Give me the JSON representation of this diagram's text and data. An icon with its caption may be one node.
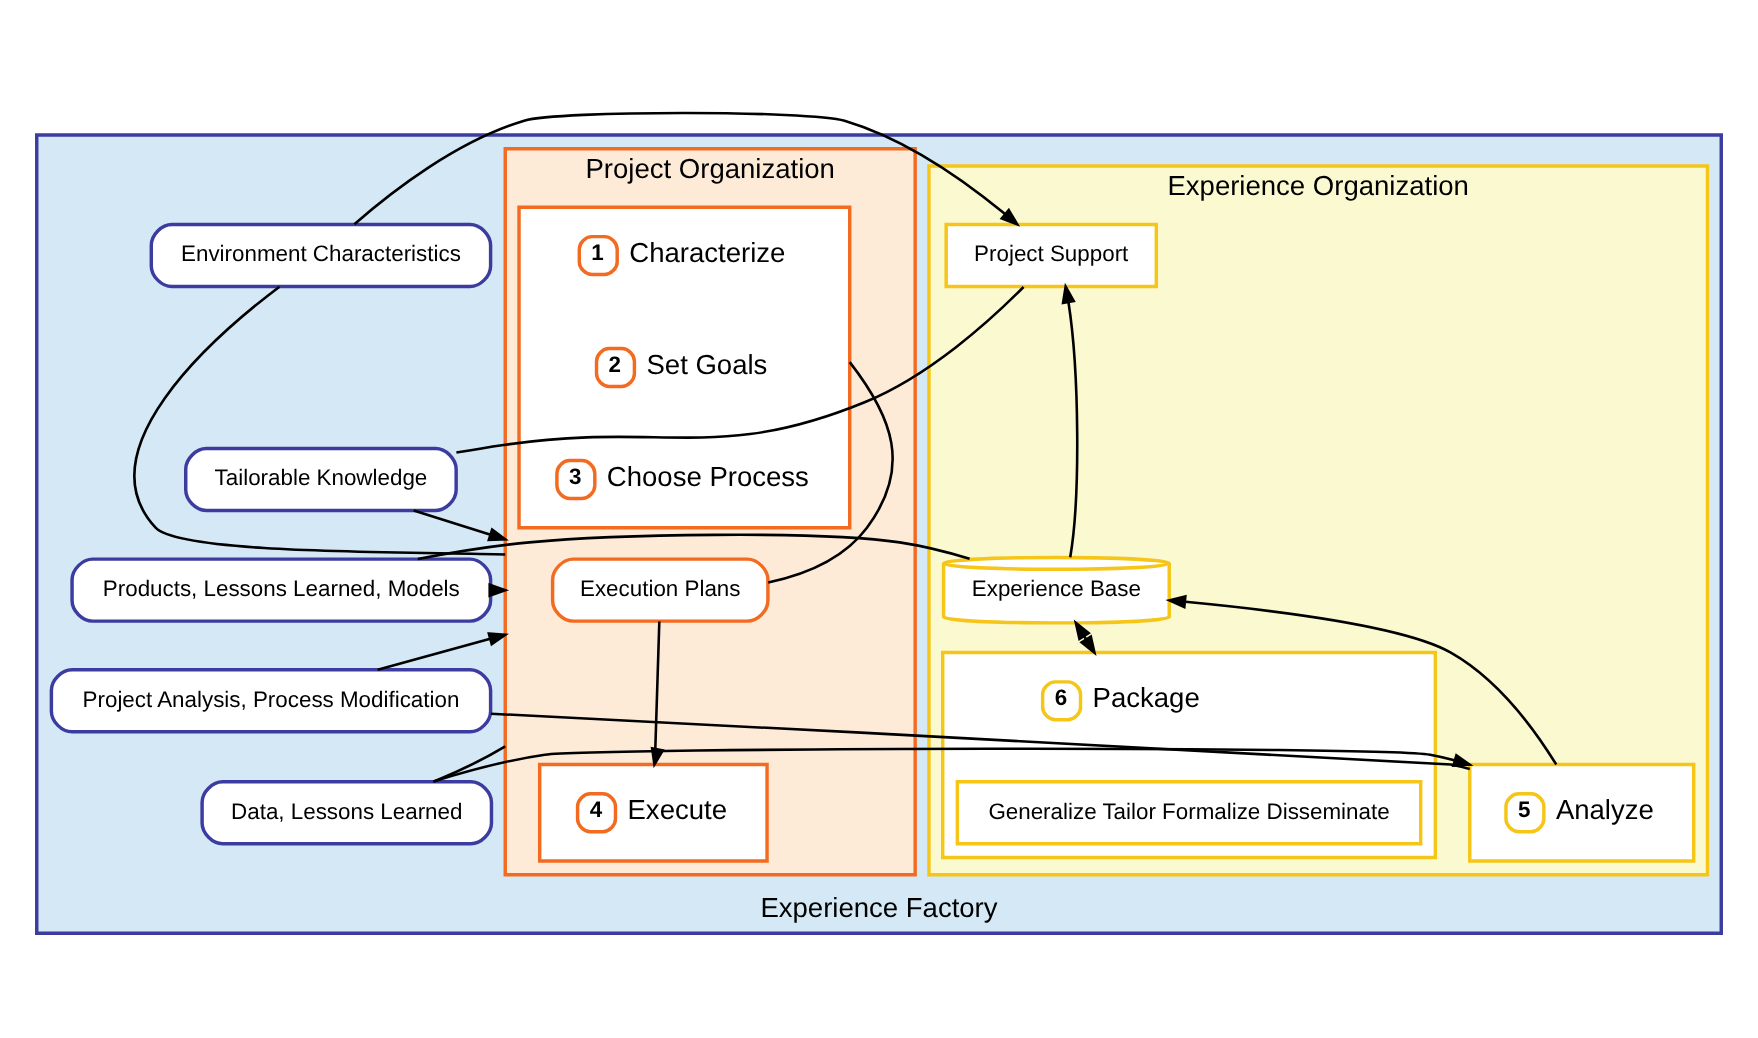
{
  "diagram": {
    "nodes": [
      {
        "text": [
          "Experience Factory"
        ]
      },
      {
        "text": [
          "Project Organization"
        ],
        "in": 0
      },
      {
        "text": [],
        "shape": "box",
        "in": 1
      },
      {
        "text": [
          "1"
        ],
        "beside": [
          "Characterize"
        ],
        "in": 2
      },
      {
        "text": [
          "2"
        ],
        "beside": [
          "Set Goals"
        ],
        "in": 2
      },
      {
        "text": [
          "3"
        ],
        "beside": [
          "Choose Process"
        ],
        "in": 2
      },
      {
        "text": [
          "Execution Plans"
        ],
        "in": 1
      },
      {
        "text": [],
        "shape": "box",
        "in": 1
      },
      {
        "text": [
          "4"
        ],
        "beside": [
          "Execute"
        ],
        "in": 7
      },
      {
        "text": [
          "Environment Characteristics"
        ],
        "in": 0
      },
      {
        "text": [
          "Tailorable Knowledge"
        ],
        "in": 0
      },
      {
        "text": [
          "Products, Lessons Learned, Models"
        ],
        "in": 0
      },
      {
        "text": [
          "Project Analysis, Process Modification"
        ],
        "in": 0
      },
      {
        "text": [
          "Data, Lessons Learned"
        ],
        "in": 0
      },
      {
        "text": [
          "Experience Organization"
        ],
        "in": 0
      },
      {
        "text": [
          "Project Support"
        ],
        "in": 14
      },
      {
        "text": [
          "Experience Base"
        ],
        "in": 14
      },
      {
        "text": [],
        "shape": "box",
        "in": 14
      },
      {
        "text": [
          "5"
        ],
        "beside": [
          "Analyze"
        ],
        "in": 17
      },
      {
        "text": [],
        "shape": "box",
        "in": 14
      },
      {
        "text": [
          "6"
        ],
        "beside": [
          "Package"
        ],
        "in": 19
      },
      {
        "text": [
          "Generalize Tailor Formalize Disseminate"
        ],
        "in": 19
      }
    ],
    "edges": [
      {
        "from": 1,
        "to": 9,
        "arrow": "none"
      },
      {
        "from": 9,
        "to": 15,
        "arrow": "to"
      },
      {
        "from": 15,
        "to": 10,
        "arrow": "none"
      },
      {
        "from": 10,
        "to": 1,
        "arrow": "to"
      },
      {
        "from": 16,
        "to": 11,
        "arrow": "none"
      },
      {
        "from": 11,
        "to": 1,
        "arrow": "to"
      },
      {
        "from": 17,
        "to": 12,
        "arrow": "none"
      },
      {
        "from": 12,
        "to": 1,
        "arrow": "to"
      },
      {
        "from": 1,
        "to": 13,
        "arrow": "none"
      },
      {
        "from": 13,
        "to": 17,
        "arrow": "to"
      },
      {
        "from": 2,
        "to": 6,
        "arrow": "none"
      },
      {
        "from": 6,
        "to": 7,
        "arrow": "to"
      },
      {
        "from": 16,
        "to": 15,
        "arrow": "to"
      },
      {
        "from": 17,
        "to": 16,
        "arrow": "to"
      },
      {
        "from": 16,
        "to": 19,
        "arrow": "both"
      }
    ]
  }
}
